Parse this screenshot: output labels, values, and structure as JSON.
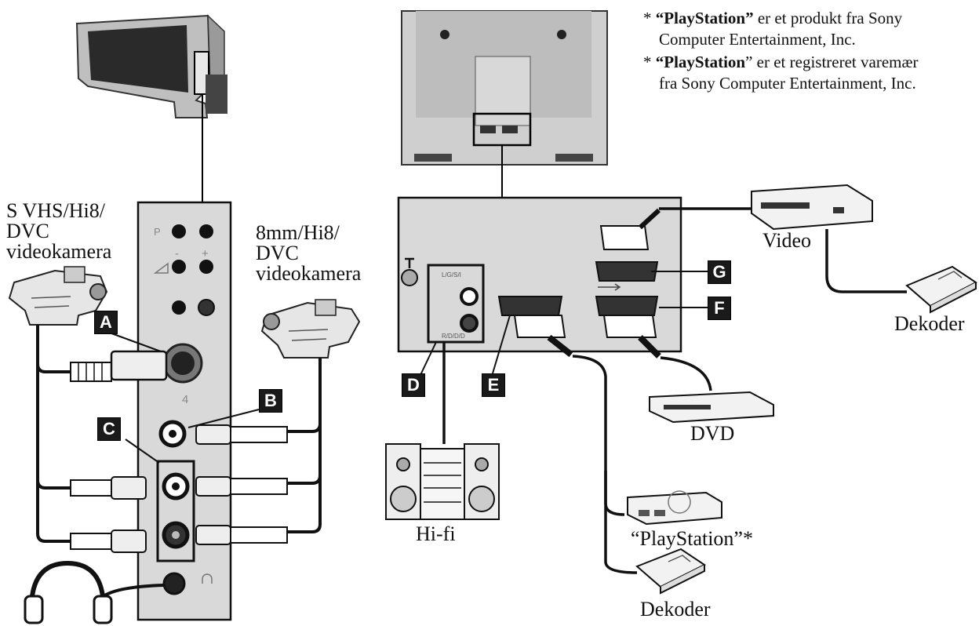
{
  "notes": [
    {
      "bullet": "* ",
      "bold": "“PlayStation”",
      "rest": " er et produkt fra Sony",
      "cont": "Computer Entertainment, Inc."
    },
    {
      "bullet": "* ",
      "bold": "“PlayStation",
      "rest": "” er et registreret varemær",
      "cont": "fra Sony Computer Entertainment, Inc."
    }
  ],
  "devices": {
    "camcorder_left": [
      "S VHS/Hi8/",
      "DVC",
      "videokamera"
    ],
    "camcorder_right": [
      "8mm/Hi8/",
      "DVC",
      "videokamera"
    ],
    "video": "Video",
    "decoder_right": "Dekoder",
    "dvd": "DVD",
    "hifi": "Hi-fi",
    "playstation": "“PlayStation”*",
    "decoder_bottom": "Dekoder"
  },
  "badges": {
    "A": "A",
    "B": "B",
    "C": "C",
    "D": "D",
    "E": "E",
    "F": "F",
    "G": "G"
  },
  "front_panel": {
    "p": "P",
    "minus": "-",
    "plus": "+",
    "port4": "4"
  },
  "rear_panel": {
    "jack1": "L/G/S/I",
    "jack2": "R/D/D/D"
  }
}
